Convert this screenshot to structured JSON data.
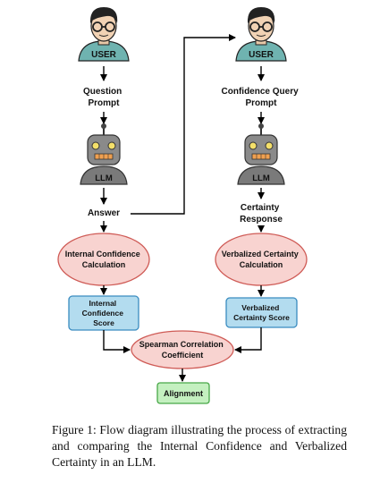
{
  "diagram": {
    "left_column": {
      "user_label": "USER",
      "prompt_lines": [
        "Question",
        "Prompt"
      ],
      "llm_label": "LLM",
      "answer_label": "Answer",
      "calc_lines": [
        "Internal Confidence",
        "Calculation"
      ],
      "score_lines": [
        "Internal",
        "Confidence",
        "Score"
      ]
    },
    "right_column": {
      "user_label": "USER",
      "prompt_lines": [
        "Confidence Query",
        "Prompt"
      ],
      "llm_label": "LLM",
      "response_lines": [
        "Certainty",
        "Response"
      ],
      "calc_lines": [
        "Verbalized Certainty",
        "Calculation"
      ],
      "score_lines": [
        "Verbalized",
        "Certainty Score"
      ]
    },
    "correlation_lines": [
      "Spearman Correlation",
      "Coefficient"
    ],
    "result_label": "Alignment"
  },
  "caption": "Figure 1: Flow diagram illustrating the process of extracting and comparing the Internal Confidence and Verbalized Certainty in an LLM.",
  "colors": {
    "ellipse_fill": "#f8d3d0",
    "ellipse_stroke": "#cf5b56",
    "score_fill": "#b3dcef",
    "score_stroke": "#3a8cc0",
    "result_fill": "#c4f0c0",
    "result_stroke": "#48a848",
    "user_badge": "#75b5b2",
    "robot_body": "#7f7f7f"
  }
}
